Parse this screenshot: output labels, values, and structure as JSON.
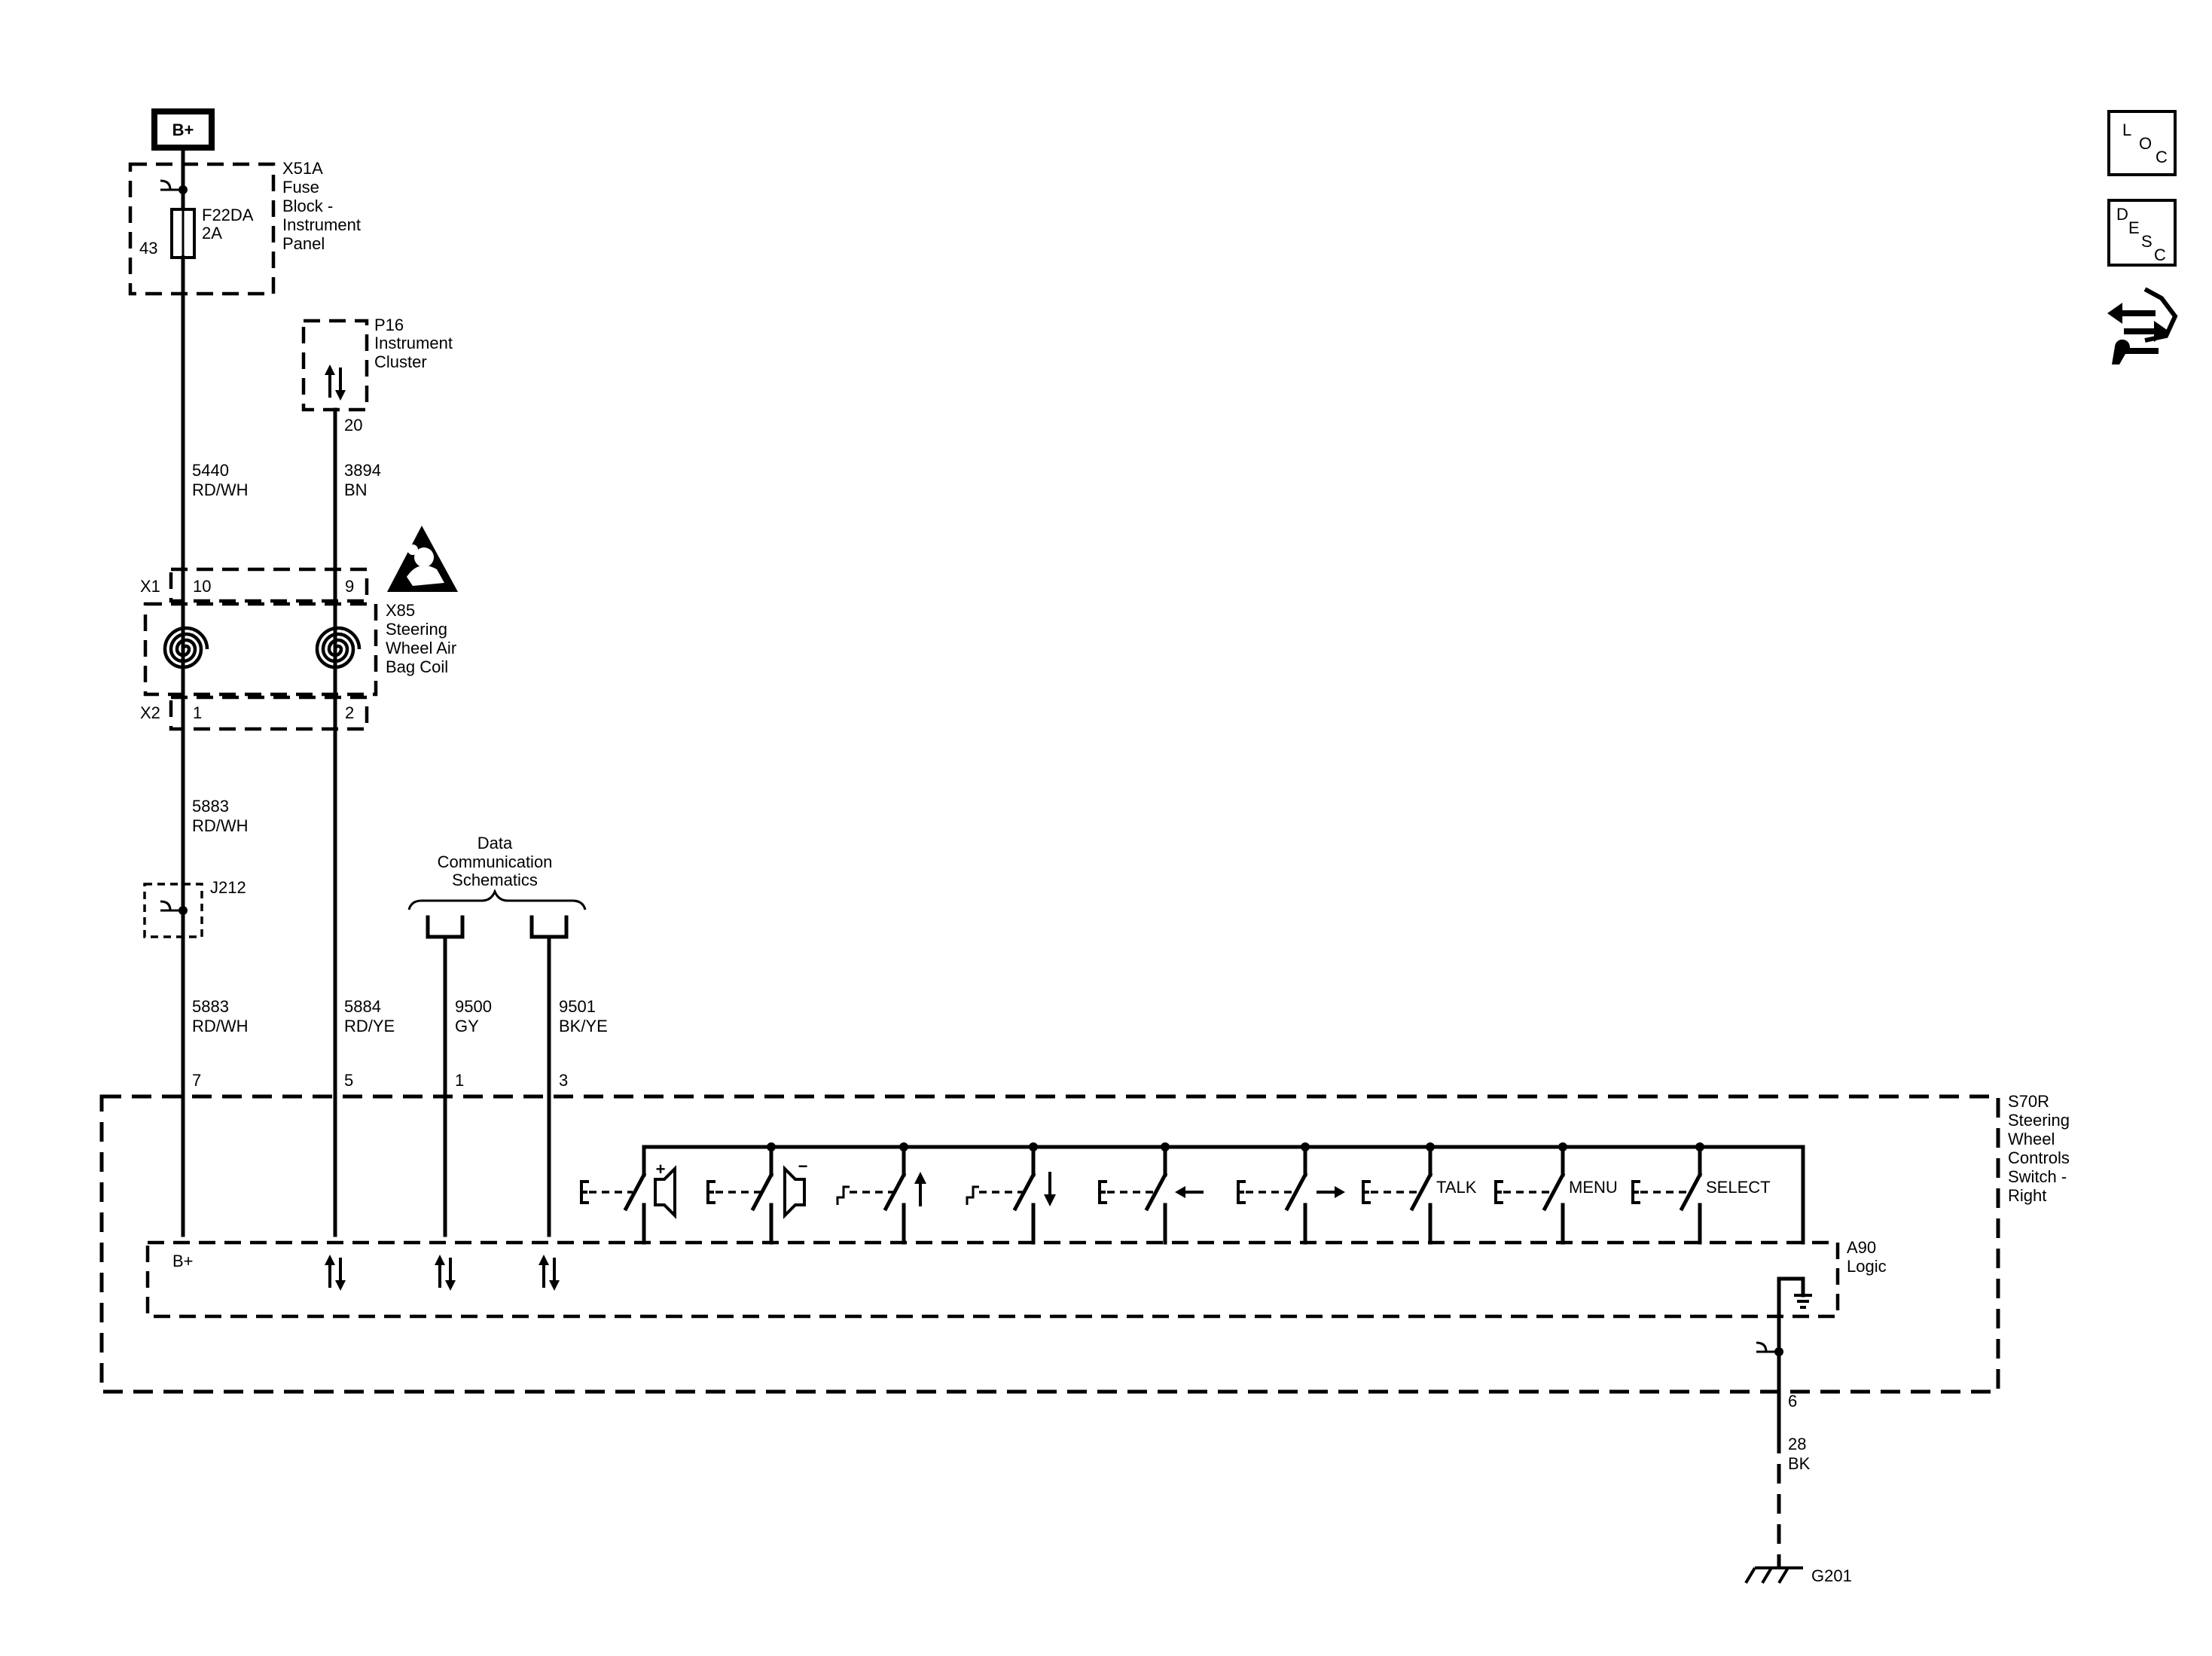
{
  "power_source": "B+",
  "fuse_block": {
    "name": [
      "X51A",
      "Fuse",
      "Block -",
      "Instrument",
      "Panel"
    ],
    "fuse": [
      "F22DA",
      "2A"
    ],
    "pin": "43"
  },
  "instrument_cluster": {
    "name": [
      "P16",
      "Instrument",
      "Cluster"
    ],
    "pin": "20"
  },
  "wire_5440": [
    "5440",
    "RD/WH"
  ],
  "wire_3894": [
    "3894",
    "BN"
  ],
  "airbag_coil": {
    "name": [
      "X85",
      "Steering",
      "Wheel Air",
      "Bag Coil"
    ],
    "x1": "X1",
    "x2": "X2",
    "pins_top": [
      "10",
      "9"
    ],
    "pins_bottom": [
      "1",
      "2"
    ]
  },
  "wire_5883_upper": [
    "5883",
    "RD/WH"
  ],
  "splice": "J212",
  "data_comm": [
    "Data",
    "Communication",
    "Schematics"
  ],
  "wire_5883": [
    "5883",
    "RD/WH"
  ],
  "wire_5884": [
    "5884",
    "RD/YE"
  ],
  "wire_9500": [
    "9500",
    "GY"
  ],
  "wire_9501": [
    "9501",
    "BK/YE"
  ],
  "module_pins": [
    "7",
    "5",
    "1",
    "3"
  ],
  "switch_module": {
    "name": [
      "S70R",
      "Steering",
      "Wheel",
      "Controls",
      "Switch -",
      "Right"
    ]
  },
  "logic": {
    "name": [
      "A90",
      "Logic"
    ],
    "bplus": "B+"
  },
  "switch_labels": {
    "talk": "TALK",
    "menu": "MENU",
    "select": "SELECT"
  },
  "vol_plus": "+",
  "vol_minus": "−",
  "ground_pin": "6",
  "wire_28": [
    "28",
    "BK"
  ],
  "ground": "G201",
  "icons": {
    "loc": {
      "l": "L",
      "o": "O",
      "c": "C"
    },
    "desc": {
      "d": "D",
      "e": "E",
      "s": "S",
      "c": "C"
    },
    "nav": "navigation-arrows-icon"
  }
}
